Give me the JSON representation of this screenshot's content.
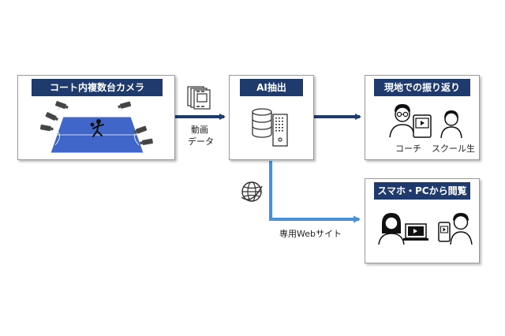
{
  "boxes": {
    "camera": {
      "title": "コート内複数台カメラ"
    },
    "ai": {
      "title": "AI抽出"
    },
    "review": {
      "title": "現地での振り返り",
      "person_left": "コーチ",
      "person_right": "スクール生"
    },
    "web": {
      "title": "スマホ・PCから閲覧"
    }
  },
  "labels": {
    "video_line1": "動画",
    "video_line2": "データ",
    "website": "専用Webサイト"
  },
  "icons": {
    "video_files": "video-files-icon",
    "database": "database-icon",
    "server": "server-icon",
    "globe": "globe-icon",
    "court": "court-cameras-illustration"
  },
  "colors": {
    "header_bg": "#1f3b6e",
    "dark_arrow": "#1f3b6e",
    "light_arrow": "#4a90d9",
    "court": "#3f66c8"
  }
}
